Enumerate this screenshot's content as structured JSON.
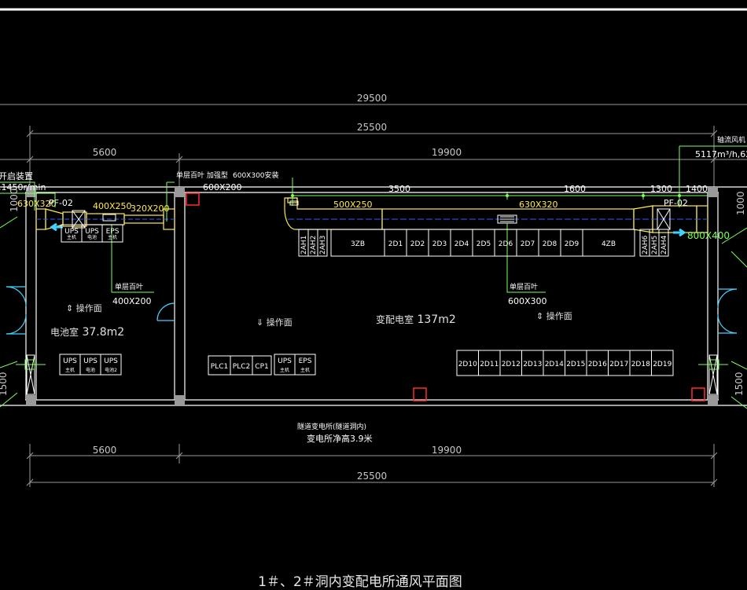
{
  "drawing": {
    "title": "1＃、2＃洞内变配电所通风平面图",
    "clear_height": "变电所净高3.9米",
    "tunnel_note": "隧道变电所(隧道洞内)"
  },
  "dimensions": {
    "overall": "29500",
    "inner_top": "25500",
    "inner_bottom": "25500",
    "left_bay_top": "5600",
    "right_bay_top": "19900",
    "left_bay_bottom": "5600",
    "right_bay_bottom": "19900",
    "seg_1": "3500",
    "seg_2": "1600",
    "seg_3": "1300",
    "seg_4": "1400",
    "side_left_top": "1000",
    "side_left_bottom": "1500",
    "side_right_top": "1000",
    "side_right_bottom": "1500"
  },
  "rooms": {
    "battery": {
      "name": "电池室",
      "area": "37.8m2"
    },
    "substation": {
      "name": "变配电室",
      "area": "137m2"
    },
    "op_face_1": "操作面",
    "op_face_2": "操作面",
    "op_face_3": "操作面"
  },
  "fans": {
    "left_tag": "PF-02",
    "right_tag": "PF-02",
    "left_note_1": "开启装置",
    "left_note_2": ",1450r/min",
    "right_note_1": "轴流风机",
    "right_note_2": "5117m³/h,62"
  },
  "ducts": {
    "d_630x320_left": "630X320",
    "d_400x250": "400X250",
    "d_320x200": "320X200",
    "d_500x250": "500X250",
    "d_630x320_right": "630X320",
    "d_800x400": "800X400",
    "d_400x200": "400X200",
    "d_600x300": "600X300"
  },
  "louvers": {
    "single_left": "单层百叶",
    "single_right": "单层百叶",
    "top_note_1": "单层百叶 加强型",
    "top_note_2": "600X200",
    "top_note_3": "600X300安装"
  },
  "equipment": {
    "battery_top": [
      {
        "code": "UPS",
        "sub": "主机"
      },
      {
        "code": "UPS",
        "sub": "电池"
      },
      {
        "code": "EPS",
        "sub": "主机"
      }
    ],
    "battery_bottom": [
      {
        "code": "UPS",
        "sub": "主机"
      },
      {
        "code": "UPS",
        "sub": "电池"
      },
      {
        "code": "UPS",
        "sub": "电池2"
      }
    ],
    "top_row": [
      "3ZB",
      "2D1",
      "2D2",
      "2D3",
      "2D4",
      "2D5",
      "2D6",
      "2D7",
      "2D8",
      "2D9",
      "4ZB"
    ],
    "ah_left": [
      "2AH1",
      "2AH2",
      "2AH3"
    ],
    "ah_right": [
      "2AH6",
      "2AH5",
      "2AH4"
    ],
    "plc_row": [
      "PLC1",
      "PLC2",
      "CP1"
    ],
    "plc_ups": [
      {
        "code": "UPS",
        "sub": "主机"
      },
      {
        "code": "EPS",
        "sub": "主机"
      }
    ],
    "bottom_row": [
      "2D10",
      "2D11",
      "2D12",
      "2D13",
      "2D14",
      "2D15",
      "2D16",
      "2D17",
      "2D18",
      "2D19"
    ]
  },
  "colors": {
    "background": "#000000",
    "wall": "#ffffff",
    "duct": "#ffe94d",
    "duct_axis": "#2f5bff",
    "dimension": "#c8c8c8",
    "leader": "#7dff5a",
    "marker": "#ff2a2a",
    "door": "#44d1ff"
  }
}
